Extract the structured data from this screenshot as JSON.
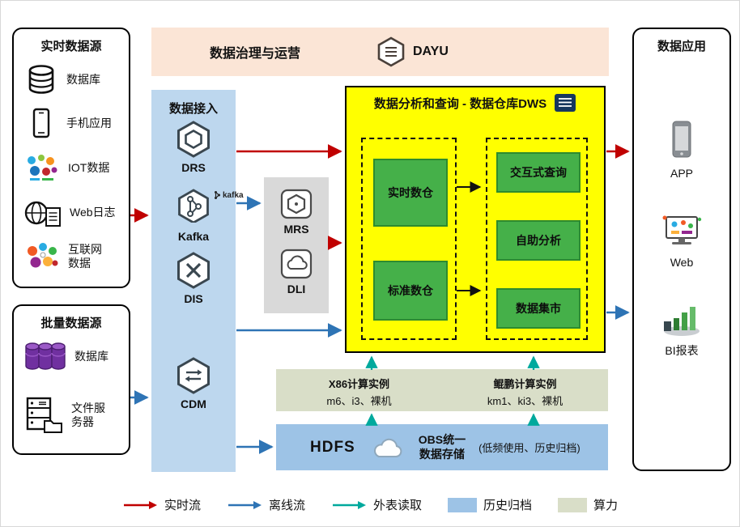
{
  "colors": {
    "realtime_flow": "#C00000",
    "offline_flow": "#2E74B5",
    "external_read": "#00A99D",
    "history_archive": "#9DC3E6",
    "compute_power": "#D9DEC8",
    "dws_highlight": "#FFFF00",
    "service_green": "#45B049"
  },
  "panels": {
    "realtime_sources": {
      "title": "实时数据源",
      "items": [
        {
          "icon": "database-icon",
          "label": "数据库"
        },
        {
          "icon": "mobile-app-icon",
          "label": "手机应用"
        },
        {
          "icon": "iot-icon",
          "label": "IOT数据"
        },
        {
          "icon": "web-log-icon",
          "label": "Web日志"
        },
        {
          "icon": "internet-data-icon",
          "label": "互联网数据"
        }
      ]
    },
    "batch_sources": {
      "title": "批量数据源",
      "items": [
        {
          "icon": "database-purple-icon",
          "label": "数据库"
        },
        {
          "icon": "file-server-icon",
          "label": "文件服务器"
        }
      ]
    },
    "governance": {
      "title": "数据治理与运营",
      "product": "DAYU",
      "icon": "dayu-icon"
    },
    "ingestion": {
      "title": "数据接入",
      "kafka_badge": "kafka",
      "items": [
        {
          "icon": "drs-icon",
          "label": "DRS"
        },
        {
          "icon": "kafka-icon",
          "label": "Kafka"
        },
        {
          "icon": "dis-icon",
          "label": "DIS"
        },
        {
          "icon": "cdm-icon",
          "label": "CDM"
        }
      ]
    },
    "staging": {
      "items": [
        {
          "icon": "mrs-icon",
          "label": "MRS"
        },
        {
          "icon": "dli-icon",
          "label": "DLI"
        }
      ]
    },
    "dws": {
      "title": "数据分析和查询 - 数据仓库DWS",
      "icon": "document-icon",
      "left_boxes": [
        "实时数仓",
        "标准数仓"
      ],
      "right_boxes": [
        "交互式查询",
        "自助分析",
        "数据集市"
      ]
    },
    "compute": {
      "x86": {
        "title": "X86计算实例",
        "subtitle": "m6、i3、裸机"
      },
      "kunpeng": {
        "title": "鲲鹏计算实例",
        "subtitle": "km1、ki3、裸机"
      }
    },
    "storage": {
      "hdfs": "HDFS",
      "obs_line1": "OBS统一",
      "obs_line2": "数据存储",
      "note": "(低频使用、历史归档)"
    },
    "applications": {
      "title": "数据应用",
      "items": [
        {
          "icon": "app-icon",
          "label": "APP"
        },
        {
          "icon": "web-icon",
          "label": "Web"
        },
        {
          "icon": "bi-report-icon",
          "label": "BI报表"
        }
      ]
    }
  },
  "legend": {
    "items": [
      {
        "kind": "arrow",
        "color": "#C00000",
        "label": "实时流"
      },
      {
        "kind": "arrow",
        "color": "#2E74B5",
        "label": "离线流"
      },
      {
        "kind": "arrow",
        "color": "#00A99D",
        "label": "外表读取"
      },
      {
        "kind": "swatch",
        "color": "#9DC3E6",
        "label": "历史归档"
      },
      {
        "kind": "swatch",
        "color": "#D9DEC8",
        "label": "算力"
      }
    ]
  }
}
